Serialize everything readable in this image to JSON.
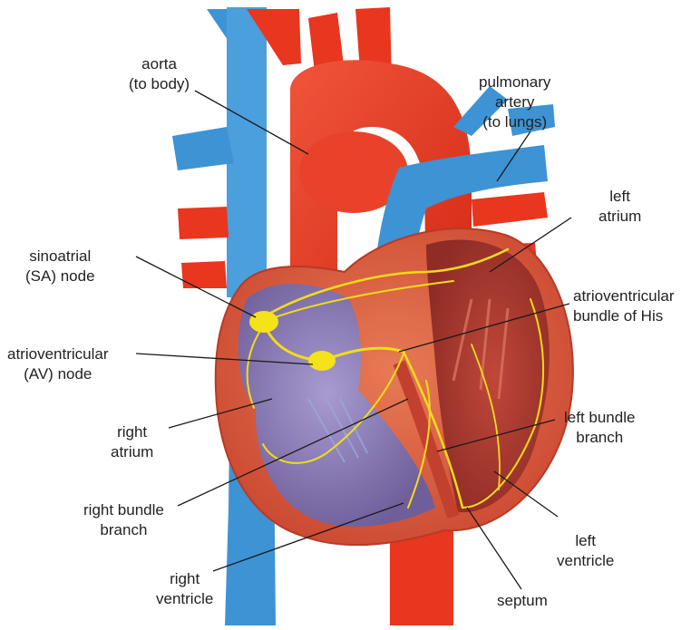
{
  "labels": {
    "aorta": [
      "aorta",
      "(to body)"
    ],
    "pulmonary_artery": [
      "pulmonary",
      "artery",
      "(to lungs)"
    ],
    "left_atrium": [
      "left",
      "atrium"
    ],
    "sa_node": [
      "sinoatrial",
      "(SA) node"
    ],
    "bundle_of_his": [
      "atrioventricular",
      "bundle of His"
    ],
    "av_node": [
      "atrioventricular",
      "(AV) node"
    ],
    "right_atrium": [
      "right",
      "atrium"
    ],
    "left_bundle_branch": [
      "left bundle",
      "branch"
    ],
    "right_bundle_branch": [
      "right bundle",
      "branch"
    ],
    "left_ventricle": [
      "left",
      "ventricle"
    ],
    "right_ventricle": [
      "right",
      "ventricle"
    ],
    "septum": [
      "septum"
    ]
  },
  "colors": {
    "vein_blue": "#3f96d6",
    "artery_red": "#e8361f",
    "muscle": "#d85a3c",
    "chamber": "#8a7bb0",
    "conduction": "#f4e21a",
    "leader": "#1a1a1a"
  }
}
